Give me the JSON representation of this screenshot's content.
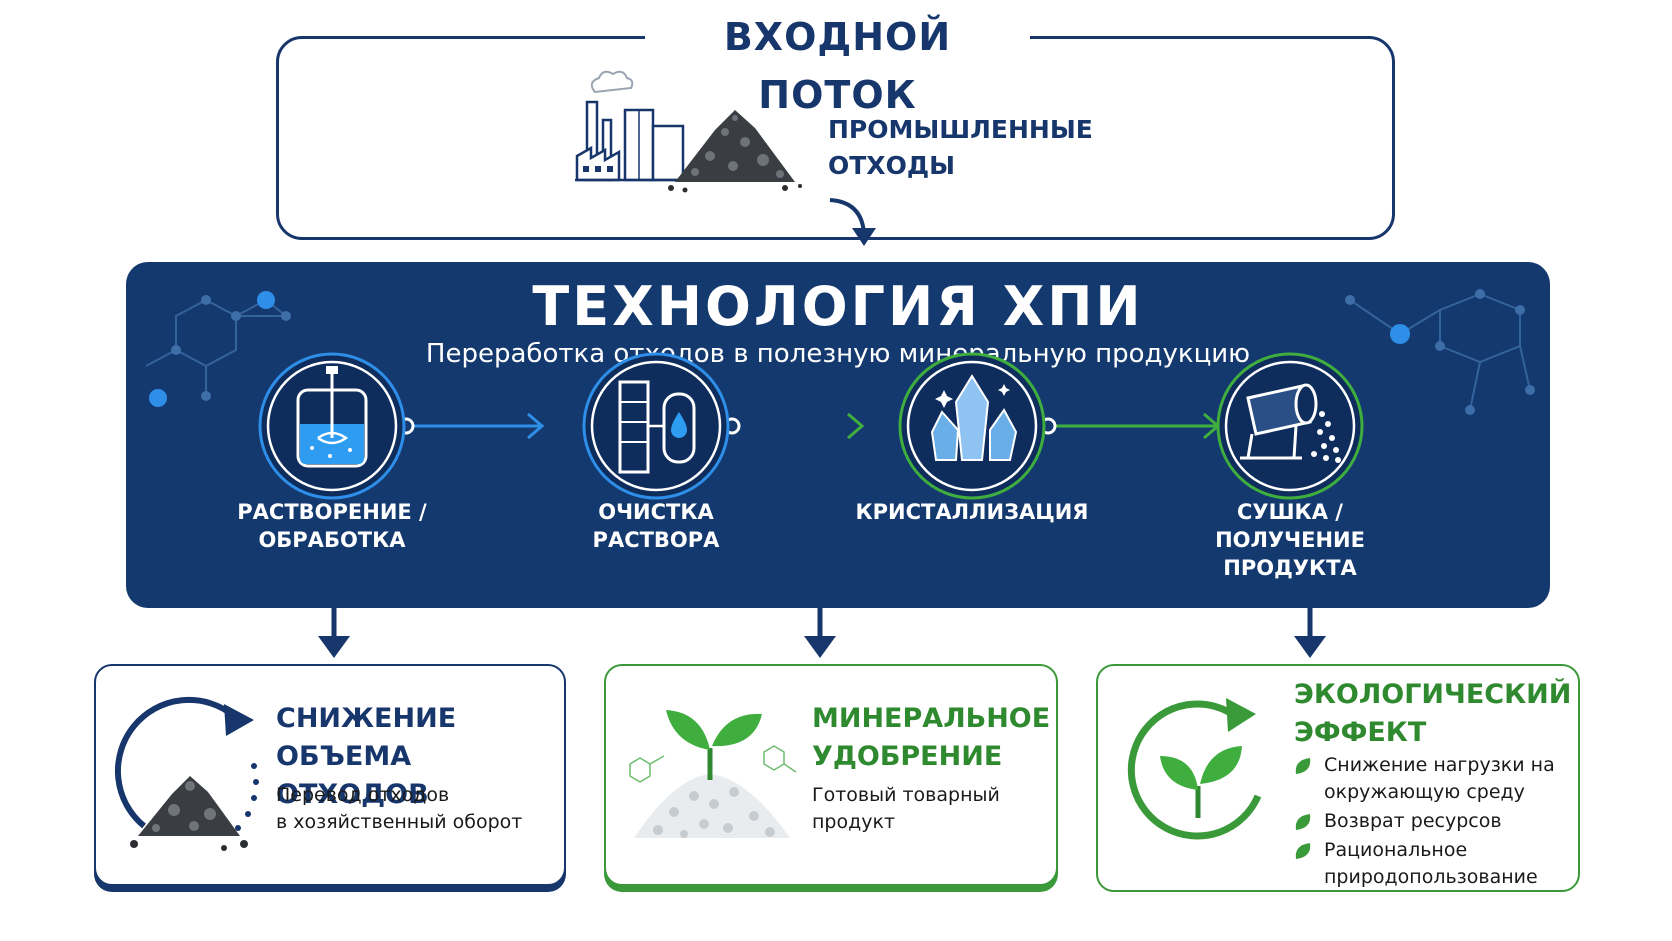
{
  "input": {
    "title": "ВХОДНОЙ ПОТОК",
    "label_line1": "ПРОМЫШЛЕННЫЕ",
    "label_line2": "ОТХОДЫ"
  },
  "technology": {
    "title": "ТЕХНОЛОГИЯ ХПИ",
    "subtitle": "Переработка отходов в полезную минеральную продукцию",
    "stages": [
      {
        "line1": "РАСТВОРЕНИЕ /",
        "line2": "ОБРАБОТКА"
      },
      {
        "line1": "ОЧИСТКА",
        "line2": "РАСТВОРА"
      },
      {
        "line1": "КРИСТАЛЛИЗАЦИЯ",
        "line2": ""
      },
      {
        "line1": "СУШКА /",
        "line2": "ПОЛУЧЕНИЕ ПРОДУКТА"
      }
    ]
  },
  "results": {
    "waste": {
      "title_line1": "СНИЖЕНИЕ ОБЪЕМА",
      "title_line2": "ОТХОДОВ",
      "text_line1": "Перевод отходов",
      "text_line2": "в хозяйственный оборот"
    },
    "fertilizer": {
      "title_line1": "МИНЕРАЛЬНОЕ",
      "title_line2": "УДОБРЕНИЕ",
      "text_line1": "Готовый товарный",
      "text_line2": "продукт"
    },
    "eco": {
      "title_line1": "ЭКОЛОГИЧЕСКИЙ",
      "title_line2": "ЭФФЕКТ",
      "bullets": [
        {
          "line1": "Снижение нагрузки на",
          "line2": "окружающую среду"
        },
        {
          "line1": "Возврат ресурсов",
          "line2": ""
        },
        {
          "line1": "Рациональное",
          "line2": "природопользование"
        }
      ]
    }
  },
  "colors": {
    "navy": "#16366c",
    "panel": "#14396f",
    "blue_accent": "#2e8ee8",
    "green_accent": "#3a9a3a"
  },
  "icons": {
    "input": "factory-waste-pile-icon",
    "stage1": "dissolution-tank-icon",
    "stage2": "filtration-column-icon",
    "stage3": "crystal-icon",
    "stage4": "rotary-dryer-icon",
    "waste": "waste-pile-cycle-icon",
    "fertilizer": "sprout-granules-icon",
    "eco": "leaf-cycle-icon"
  }
}
